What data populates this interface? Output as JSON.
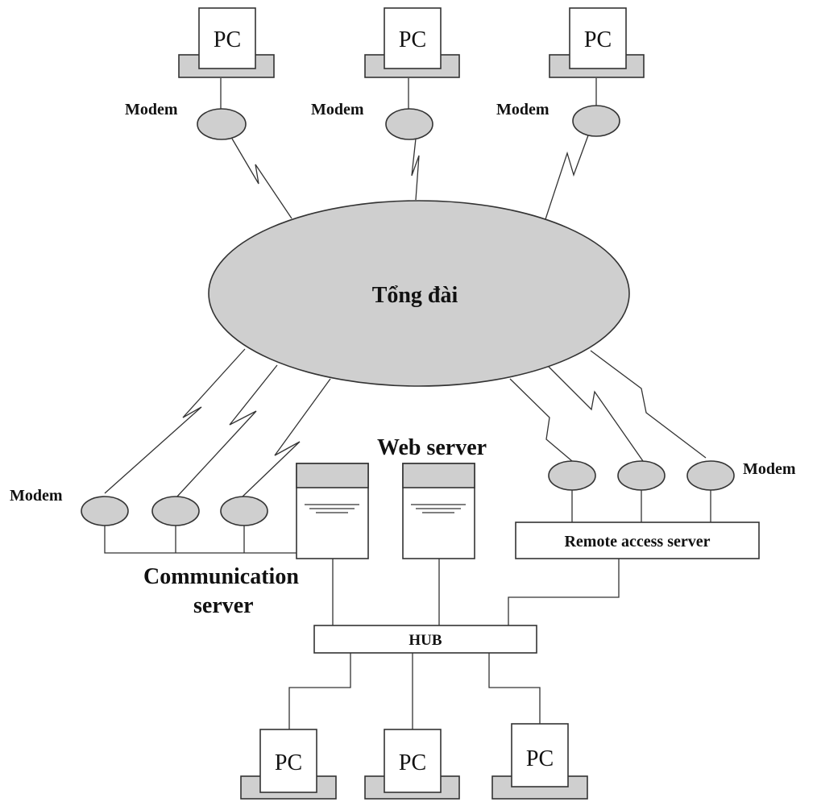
{
  "center_node": {
    "label": "Tổng đài"
  },
  "top_pcs": [
    {
      "pc_label": "PC",
      "modem_label": "Modem"
    },
    {
      "pc_label": "PC",
      "modem_label": "Modem"
    },
    {
      "pc_label": "PC",
      "modem_label": "Modem"
    }
  ],
  "left_modems": {
    "label": "Modem"
  },
  "right_modems": {
    "label": "Modem"
  },
  "communication_server": {
    "label_line1": "Communication",
    "label_line2": "server"
  },
  "web_server": {
    "label": "Web server"
  },
  "remote_access_server": {
    "label": "Remote access server"
  },
  "hub": {
    "label": "HUB"
  },
  "bottom_pcs": [
    {
      "pc_label": "PC"
    },
    {
      "pc_label": "PC"
    },
    {
      "pc_label": "PC"
    }
  ],
  "colors": {
    "shape_fill": "#cfcfcf",
    "stroke": "#333333",
    "background": "#ffffff"
  }
}
